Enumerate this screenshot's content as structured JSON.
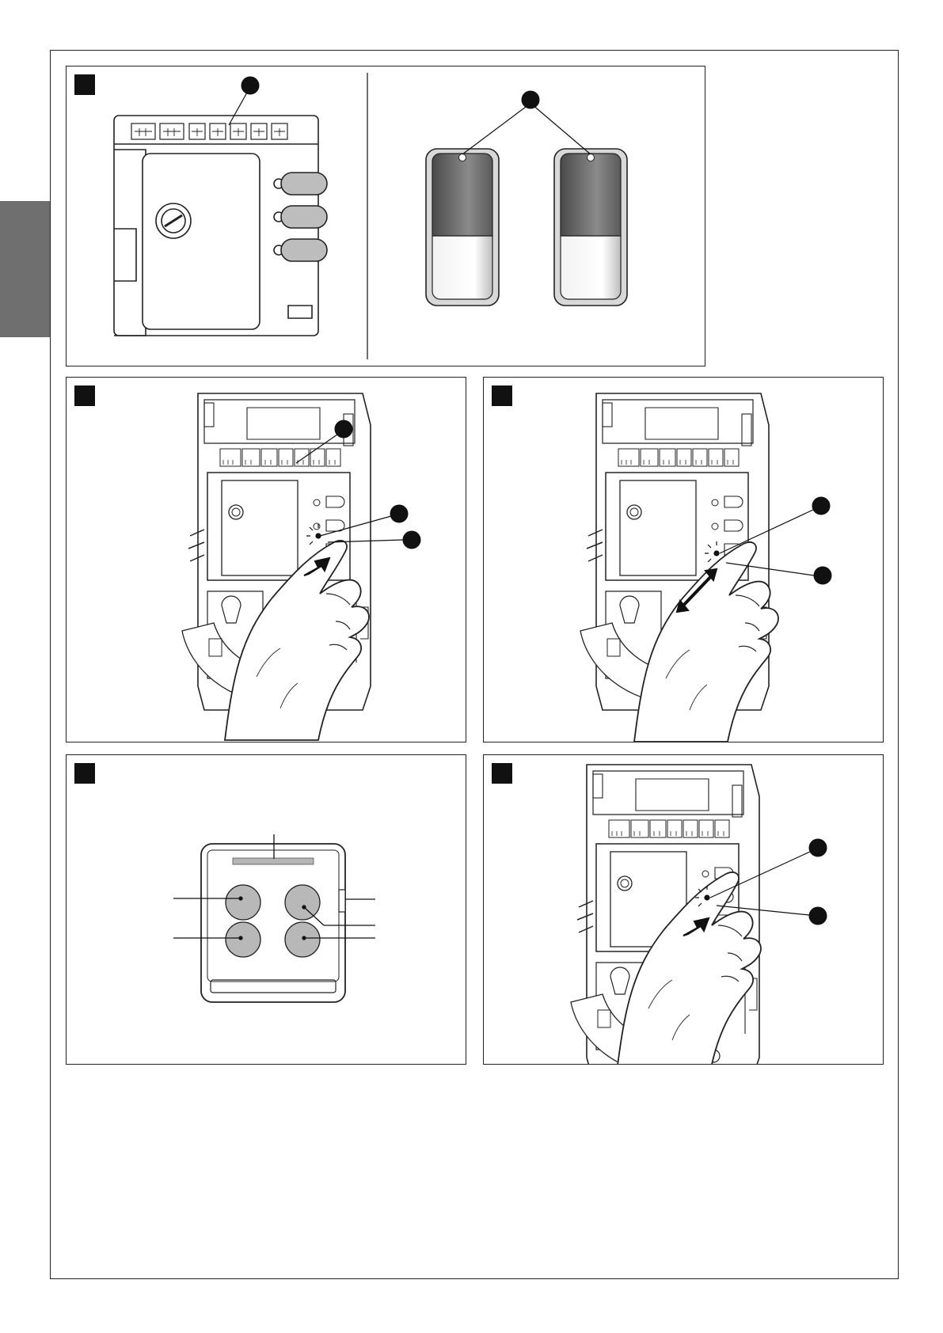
{
  "page": {
    "title": "",
    "accent_tab_color": "#6f6f6f",
    "callout_color": "#111111"
  },
  "figures": [
    {
      "id": "fig-1",
      "label": "",
      "description_icons": [
        "control-unit-icon",
        "remote-transmitter-icon"
      ]
    },
    {
      "id": "fig-2",
      "label": "",
      "description_icons": [
        "hand-press-icon",
        "led-icon"
      ]
    },
    {
      "id": "fig-3",
      "label": "",
      "description_icons": [
        "hand-press-release-icon",
        "led-icon"
      ]
    },
    {
      "id": "fig-4",
      "label": "",
      "description_icons": [
        "four-button-transmitter-icon"
      ]
    },
    {
      "id": "fig-5",
      "label": "",
      "description_icons": [
        "hand-press-icon",
        "led-icon"
      ]
    }
  ]
}
